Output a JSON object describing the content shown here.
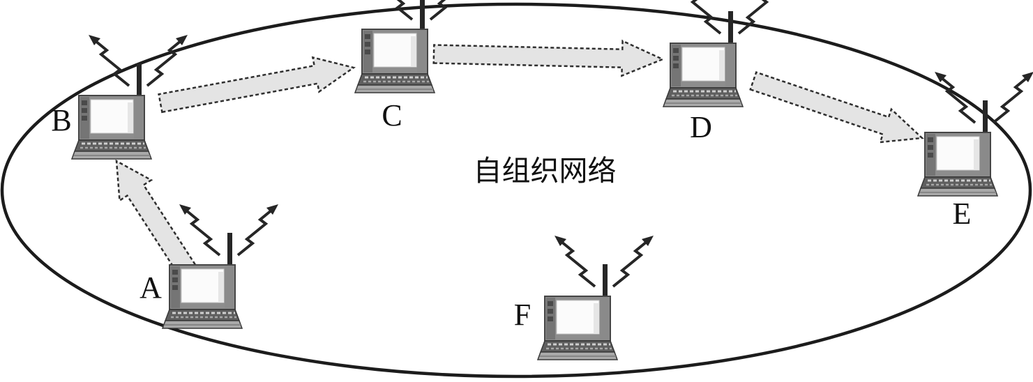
{
  "diagram": {
    "area_label": "自组织网络"
  },
  "nodes": [
    {
      "id": "A",
      "label": "A"
    },
    {
      "id": "B",
      "label": "B"
    },
    {
      "id": "C",
      "label": "C"
    },
    {
      "id": "D",
      "label": "D"
    },
    {
      "id": "E",
      "label": "E"
    },
    {
      "id": "F",
      "label": "F"
    }
  ],
  "arrows": [
    {
      "from": "A",
      "to": "B"
    },
    {
      "from": "B",
      "to": "C"
    },
    {
      "from": "C",
      "to": "D"
    },
    {
      "from": "D",
      "to": "E"
    }
  ],
  "colors": {
    "outline": "#1c1c1c",
    "arrow_fill": "#e4e4e4",
    "arrow_border": "#2f2f2f",
    "text": "#111111"
  }
}
